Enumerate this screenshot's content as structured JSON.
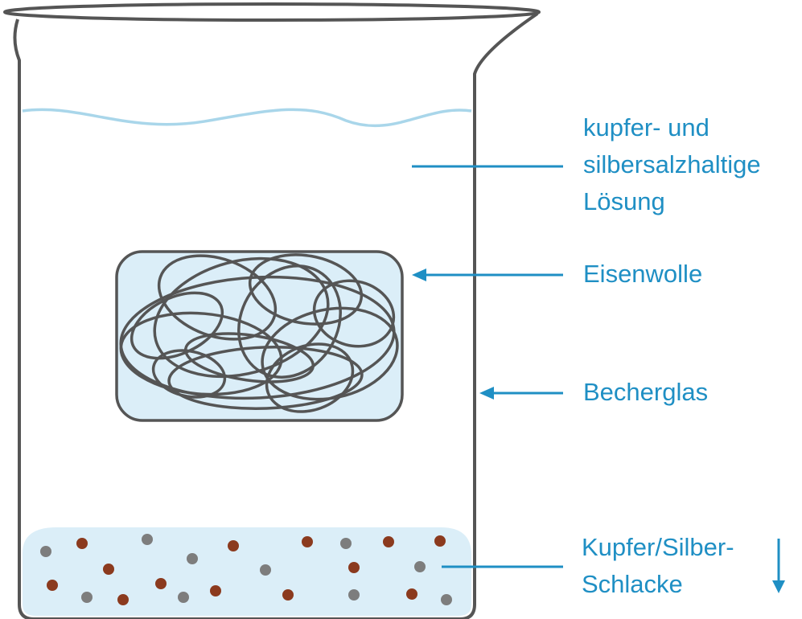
{
  "labels": {
    "solution": [
      "kupfer- und",
      "silbersalzhaltige",
      "Lösung"
    ],
    "iron_wool": "Eisenwolle",
    "beaker": "Becherglas",
    "slag": [
      "Kupfer/Silber-",
      "Schlacke"
    ]
  },
  "colors": {
    "label": "#1f8fc4",
    "outline": "#555555",
    "liquid_surface": "#a9d6ea",
    "liquid_fill": "#dbeef8",
    "copper_particle": "#8b3a1e",
    "silver_particle": "#7d7d7d"
  },
  "icons": [
    "arrow-left-icon",
    "arrow-down-icon"
  ]
}
